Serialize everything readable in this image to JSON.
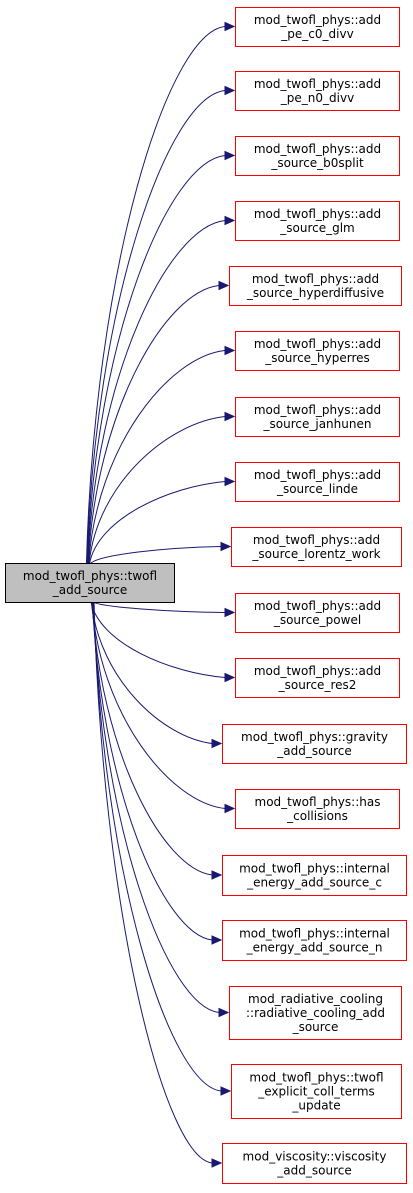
{
  "diagram": {
    "root": {
      "lines": [
        "mod_twofl_phys::twofl",
        "_add_source"
      ]
    },
    "children": [
      {
        "lines": [
          "mod_twofl_phys::add",
          "_pe_c0_divv"
        ]
      },
      {
        "lines": [
          "mod_twofl_phys::add",
          "_pe_n0_divv"
        ]
      },
      {
        "lines": [
          "mod_twofl_phys::add",
          "_source_b0split"
        ]
      },
      {
        "lines": [
          "mod_twofl_phys::add",
          "_source_glm"
        ]
      },
      {
        "lines": [
          "mod_twofl_phys::add",
          "_source_hyperdiffusive"
        ]
      },
      {
        "lines": [
          "mod_twofl_phys::add",
          "_source_hyperres"
        ]
      },
      {
        "lines": [
          "mod_twofl_phys::add",
          "_source_janhunen"
        ]
      },
      {
        "lines": [
          "mod_twofl_phys::add",
          "_source_linde"
        ]
      },
      {
        "lines": [
          "mod_twofl_phys::add",
          "_source_lorentz_work"
        ]
      },
      {
        "lines": [
          "mod_twofl_phys::add",
          "_source_powel"
        ]
      },
      {
        "lines": [
          "mod_twofl_phys::add",
          "_source_res2"
        ]
      },
      {
        "lines": [
          "mod_twofl_phys::gravity",
          "_add_source"
        ]
      },
      {
        "lines": [
          "mod_twofl_phys::has",
          "_collisions"
        ]
      },
      {
        "lines": [
          "mod_twofl_phys::internal",
          "_energy_add_source_c"
        ]
      },
      {
        "lines": [
          "mod_twofl_phys::internal",
          "_energy_add_source_n"
        ]
      },
      {
        "lines": [
          "mod_radiative_cooling",
          "::radiative_cooling_add",
          "_source"
        ]
      },
      {
        "lines": [
          "mod_twofl_phys::twofl",
          "_explicit_coll_terms",
          "_update"
        ]
      },
      {
        "lines": [
          "mod_viscosity::viscosity",
          "_add_source"
        ]
      }
    ],
    "colors": {
      "root_fill": "#bfbfbf",
      "root_border": "#000000",
      "child_border": "#ff0000",
      "child_fill": "#ffffff",
      "edge": "#191970"
    }
  }
}
